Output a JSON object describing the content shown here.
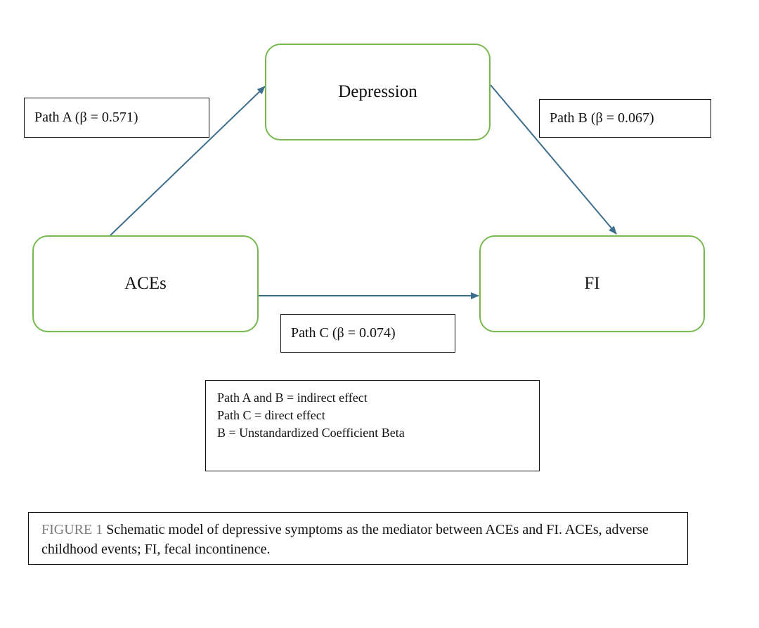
{
  "nodes": {
    "depression": "Depression",
    "aces": "ACEs",
    "fi": "FI"
  },
  "paths": {
    "a": "Path A (β = 0.571)",
    "b": "Path B (β = 0.067)",
    "c": "Path C (β = 0.074)"
  },
  "legend": {
    "lines": [
      "Path A and B = indirect effect",
      "Path C = direct effect",
      "B = Unstandardized Coefficient Beta"
    ]
  },
  "caption": {
    "label": "FIGURE 1",
    "text": " Schematic model of depressive symptoms as the mediator between ACEs and FI. ACEs, adverse childhood events; FI, fecal incontinence."
  },
  "colors": {
    "node_border": "#77b94e",
    "arrow": "#3d6e8c",
    "caption_label": "#7a7a7a"
  }
}
